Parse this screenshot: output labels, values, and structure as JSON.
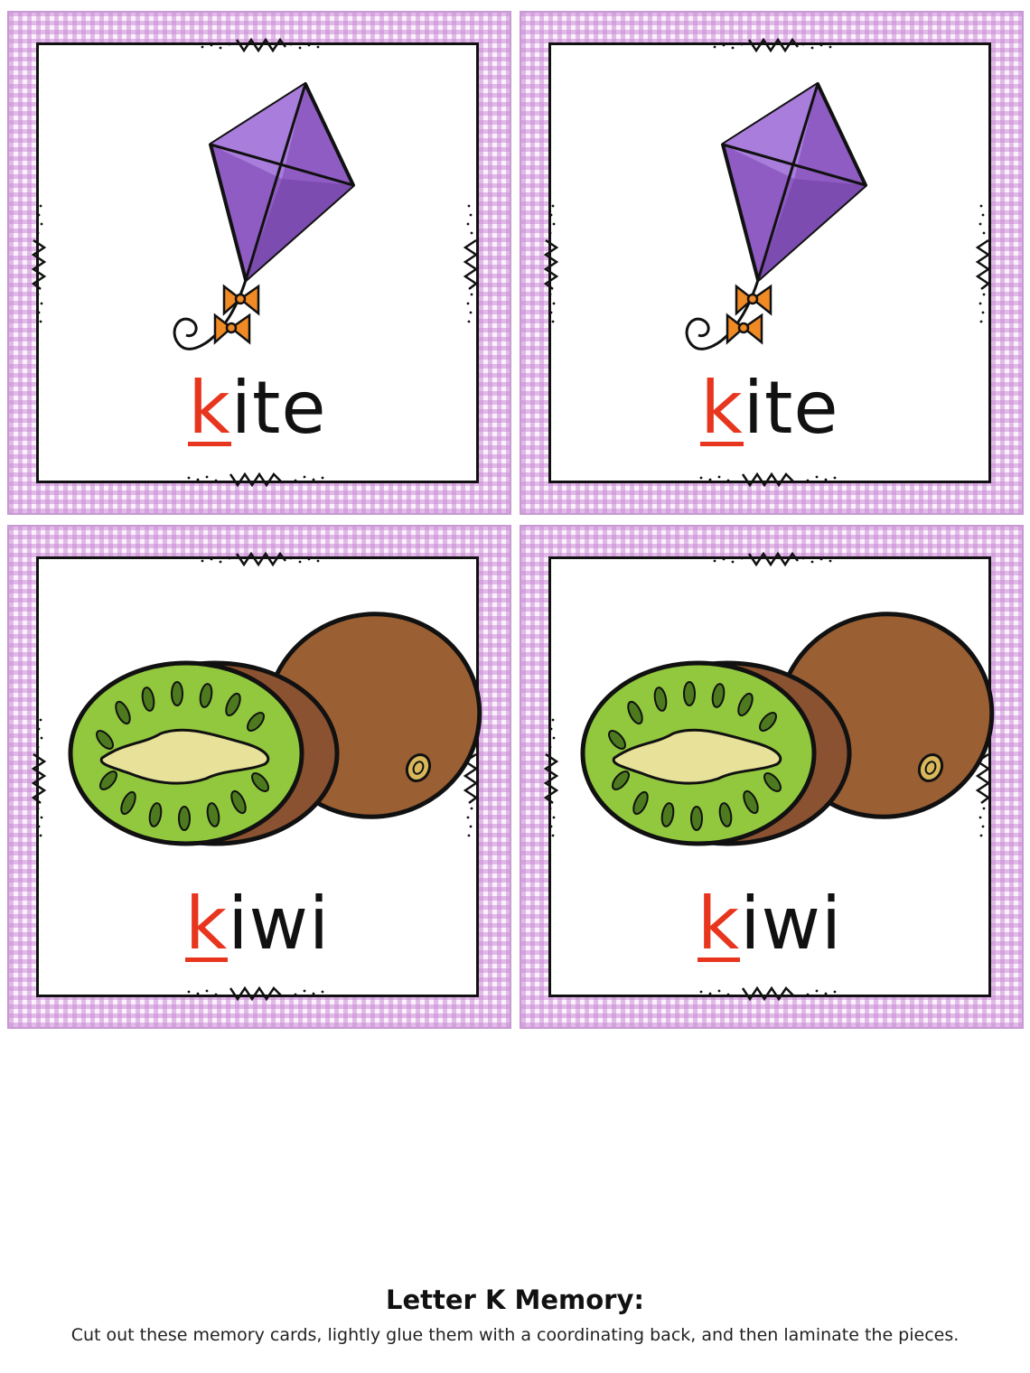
{
  "cards": [
    {
      "word_first": "k",
      "word_rest": "ite",
      "picture": "kite-icon"
    },
    {
      "word_first": "k",
      "word_rest": "ite",
      "picture": "kite-icon"
    },
    {
      "word_first": "k",
      "word_rest": "iwi",
      "picture": "kiwi-icon"
    },
    {
      "word_first": "k",
      "word_rest": "iwi",
      "picture": "kiwi-icon"
    }
  ],
  "footer": {
    "title": "Letter K Memory:",
    "instructions": "Cut out these memory cards, lightly glue them with a coordinating back, and then laminate the pieces."
  },
  "colors": {
    "highlight_letter": "#e8351e",
    "gingham": "#cb8cd6",
    "kite": "#8f5cc4",
    "bow": "#f08a24",
    "kiwi_skin": "#9a5f33",
    "kiwi_flesh": "#92c83e"
  }
}
